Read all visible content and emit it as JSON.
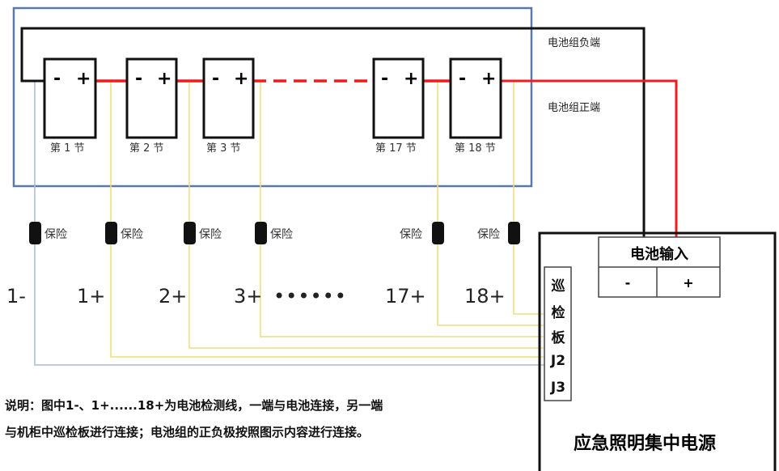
{
  "battery_pack": {
    "cells": [
      {
        "label": "第 1 节",
        "minus": "-",
        "plus": "+"
      },
      {
        "label": "第 2 节",
        "minus": "-",
        "plus": "+"
      },
      {
        "label": "第 3 节",
        "minus": "-",
        "plus": "+"
      },
      {
        "label": "第 17 节",
        "minus": "-",
        "plus": "+"
      },
      {
        "label": "第 18 节",
        "minus": "-",
        "plus": "+"
      }
    ],
    "negative_label": "电池组负端",
    "positive_label": "电池组正端"
  },
  "fuses": [
    "保险",
    "保险",
    "保险",
    "保险",
    "保险",
    "保险"
  ],
  "terminals": [
    "1-",
    "1+",
    "2+",
    "3+",
    "••••••",
    "17+",
    "18+"
  ],
  "power_supply": {
    "title": "应急照明集中电源",
    "battery_input": {
      "title": "电池输入",
      "minus": "-",
      "plus": "+"
    },
    "inspection_board": [
      "巡",
      "检",
      "板",
      "J2",
      "J3"
    ]
  },
  "note": {
    "line1": "说明：图中1-、1+......18+为电池检测线，一端与电池连接，另一端",
    "line2": "与机柜中巡检板进行连接；电池组的正负极按照图示内容进行连接。"
  },
  "colors": {
    "frame": "#5a7aa6",
    "positive_wire": "#ee1c1c",
    "sense_wire": "#f2dc7a",
    "neg_sense_wire": "#a9bcd4"
  }
}
